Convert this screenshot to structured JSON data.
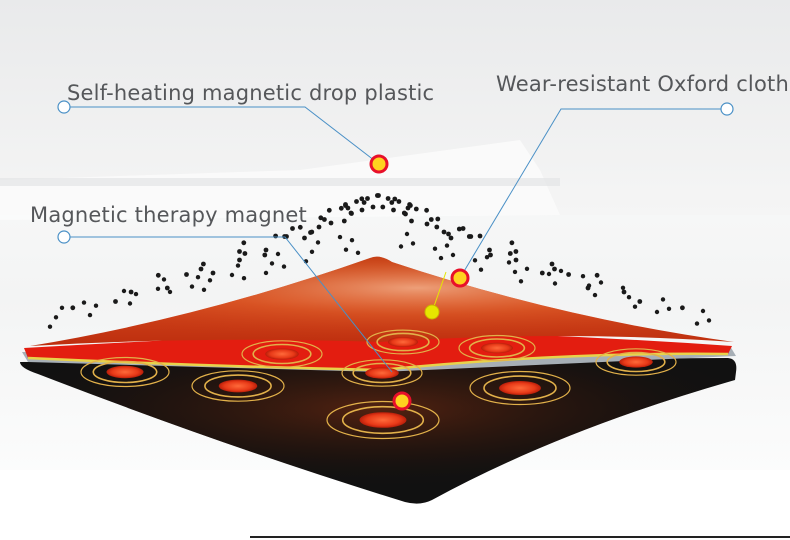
{
  "labels": {
    "plastic": "Self-heating magnetic drop plastic",
    "oxford": "Wear-resistant Oxford cloth",
    "magnet": "Magnetic therapy magnet"
  },
  "colors": {
    "background_top": "#f2f3f3",
    "text": "#55575a",
    "leader_line": "#4a90c6",
    "marker_fill": "#ffd21f",
    "marker_ring": "#e8102a",
    "top_layer": "#c83a12",
    "heat_layer": "#e31d10",
    "felt_layer": "#a7afb6",
    "base_layer": "#111111",
    "highlight_point": "#e6e600"
  },
  "icons": {
    "callout_point": "circle-outline-icon",
    "hotspot": "yellow-dot-icon"
  }
}
